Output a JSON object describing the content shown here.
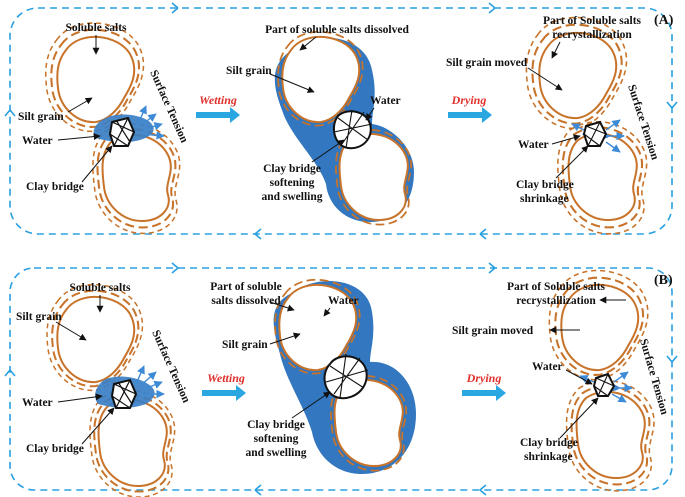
{
  "colors": {
    "cycle_border": "#2aa0e0",
    "process_arrow": "#2aa6e0",
    "process_label": "#e0302b",
    "silt_grain": "#c8732a",
    "water": "#3277bf",
    "surface_tension_arrows": "#3d8bd6",
    "text": "#111111"
  },
  "panel_a": {
    "label": "(A)",
    "wetting": "Wetting",
    "drying": "Drying",
    "stage1": {
      "soluble_salts": "Soluble salts",
      "silt_grain": "Silt grain",
      "water": "Water",
      "clay_bridge": "Clay bridge",
      "surface_tension": "Surface Tension"
    },
    "stage2": {
      "dissolved": "Part of soluble salts dissolved",
      "silt_grain": "Silt grain",
      "water": "Water",
      "softening_line1": "Clay bridge",
      "softening_line2": "softening",
      "softening_line3": "and swelling"
    },
    "stage3": {
      "recryst_line1": "Part of Soluble salts",
      "recryst_line2": "recrystallization",
      "silt_grain_moved": "Silt grain moved",
      "water": "Water",
      "shrink_line1": "Clay bridge",
      "shrink_line2": "shrinkage",
      "surface_tension": "Surface Tension"
    }
  },
  "panel_b": {
    "label": "(B)",
    "wetting": "Wetting",
    "drying": "Drying",
    "stage1": {
      "soluble_salts": "Soluble salts",
      "silt_grain": "Silt grain",
      "water": "Water",
      "clay_bridge": "Clay bridge",
      "surface_tension": "Surface Tension"
    },
    "stage2": {
      "dissolved_line1": "Part of soluble",
      "dissolved_line2": "salts dissolved",
      "water": "Water",
      "silt_grain": "Silt grain",
      "softening_line1": "Clay bridge",
      "softening_line2": "softening",
      "softening_line3": "and swelling"
    },
    "stage3": {
      "recryst_line1": "Part of Soluble salts",
      "recryst_line2": "recrystallization",
      "silt_grain_moved": "Silt grain moved",
      "water": "Water",
      "shrink_line1": "Clay bridge",
      "shrink_line2": "shrinkage",
      "surface_tension": "Surface Tension"
    }
  }
}
